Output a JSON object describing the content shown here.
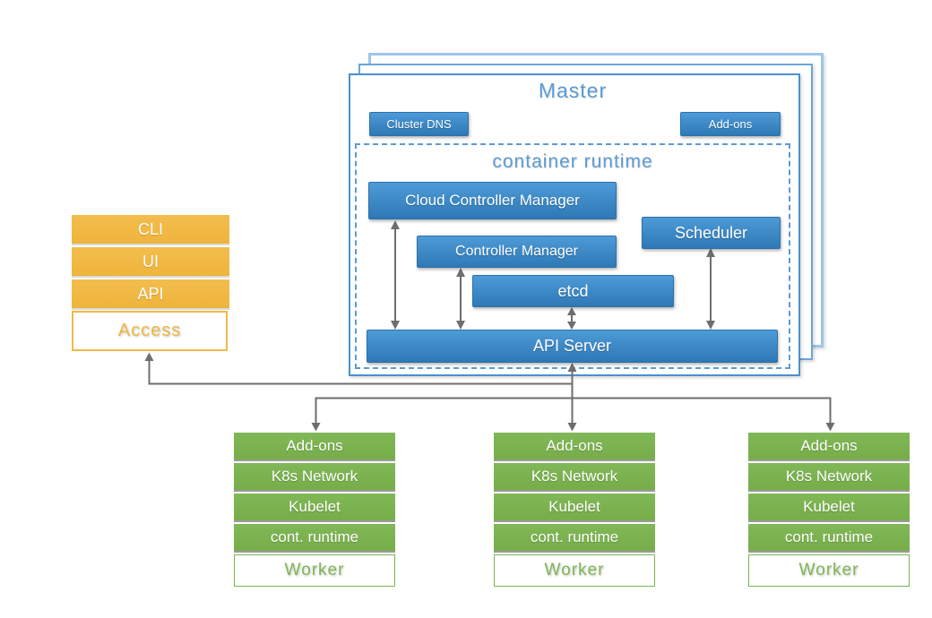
{
  "colors": {
    "blue_box": "#3b86c6",
    "blue_outline": "#5b9bd5",
    "orange": "#f1b944",
    "green": "#7cb350",
    "connector_gray": "#6e6e6e"
  },
  "master": {
    "title": "Master",
    "cluster_dns_label": "Cluster DNS",
    "addons_label": "Add-ons",
    "container_runtime": {
      "title": "container runtime",
      "components": {
        "cloud_controller_manager": "Cloud Controller Manager",
        "controller_manager": "Controller Manager",
        "scheduler": "Scheduler",
        "etcd": "etcd",
        "api_server": "API Server"
      }
    }
  },
  "access": {
    "items": [
      "CLI",
      "UI",
      "API"
    ],
    "label": "Access"
  },
  "worker": {
    "rows": [
      "Add-ons",
      "K8s Network",
      "Kubelet",
      "cont. runtime"
    ],
    "label": "Worker"
  }
}
